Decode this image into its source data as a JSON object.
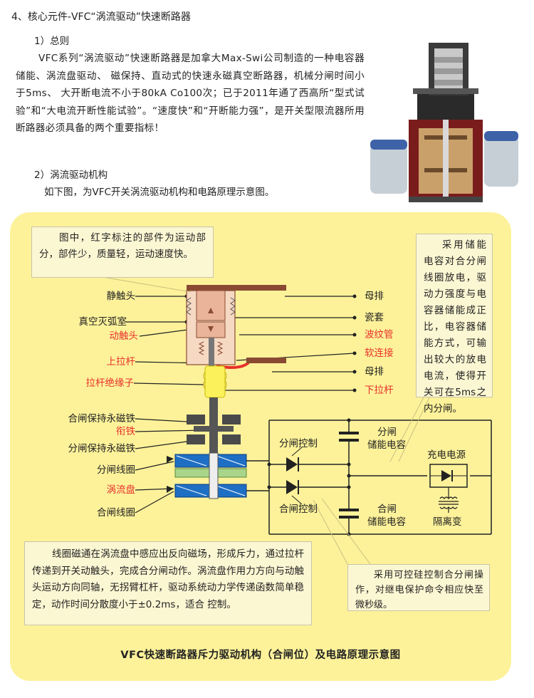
{
  "header": {
    "section_title": "4、核心元件-VFC“涡流驱动”快速断路器",
    "sub1": "1）总则",
    "paragraph": "VFC系列“涡流驱动”快速断路器是加拿大Max-Swi公司制造的一种电容器储能、涡流盘驱动、 磁保持、直动式的快速永磁真空断路器，机械分闸时间小于5ms、 大开断电流不小于80kA Co100次；已于2011年通了西高所“型式试验”和“大电流开断性能试验”。“速度快”和“开断能力强”，是开关型限流器所用断路器必须具备的两个重要指标！",
    "sub2": "2）涡流驱动机构",
    "sub2_desc": "如下图，为VFC开关涡流驱动机构和电路原理示意图。"
  },
  "notes": {
    "note1": "图中，红字标注的部件为运动部分，部件少，质量轻，运动速度快。",
    "note2": "采用储能电容对合分闸线圈放电，驱动力强度与电容器储能成正比，电容器储能方式，可输出较大的放电电流，使得开关可在5ms之内分闸。",
    "note3": "线圈磁通在涡流盘中感应出反向磁场，形成斥力，通过拉杆传递到开关动触头，完成合分闸动作。涡流盘作用力方向与动触头运动方向同轴，无拐臂杠杆，驱动系统动力学传递函数简单稳定，动作时间分散度小于±0.2ms，适合 控制。",
    "note4": "采用可控硅控制合分闸操作，对继电保护命令相应快至微秒级。"
  },
  "left_labels": [
    {
      "text": "静触头",
      "red": false
    },
    {
      "text": "真空灭弧室",
      "red": false
    },
    {
      "text": "动触头",
      "red": true
    },
    {
      "text": "上拉杆",
      "red": true
    },
    {
      "text": "拉杆绝缘子",
      "red": true
    },
    {
      "text": "合闸保持永磁铁",
      "red": false
    },
    {
      "text": "衔铁",
      "red": true
    },
    {
      "text": "分闸保持永磁铁",
      "red": false
    },
    {
      "text": "分闸线圈",
      "red": false
    },
    {
      "text": "涡流盘",
      "red": true
    },
    {
      "text": "合闸线圈",
      "red": false
    }
  ],
  "right_labels": [
    {
      "text": "母排",
      "red": false
    },
    {
      "text": "瓷套",
      "red": false
    },
    {
      "text": "波纹管",
      "red": true
    },
    {
      "text": "软连接",
      "red": true
    },
    {
      "text": "母排",
      "red": false
    },
    {
      "text": "下拉杆",
      "red": true
    }
  ],
  "circuit": {
    "open_control": "分闸控制",
    "close_control": "合闸控制",
    "open_capacitor_1": "分闸",
    "open_capacitor_2": "储能电容",
    "close_capacitor_1": "合闸",
    "close_capacitor_2": "储能电容",
    "charger": "充电电源",
    "isolation_transformer": "隔离变"
  },
  "caption": "VFC快速断路器斥力驱动机构（合闸位）及电路原理示意图",
  "colors": {
    "panel": "#fdf29a",
    "note": "#fcf7d3",
    "red_label": "#e8312b",
    "copper": "#e9b49a",
    "busbar": "#8a4a32",
    "coil": "#1e6fc4",
    "eddy_disk": "#a8d58a",
    "magnet": "#4a4a4a"
  }
}
